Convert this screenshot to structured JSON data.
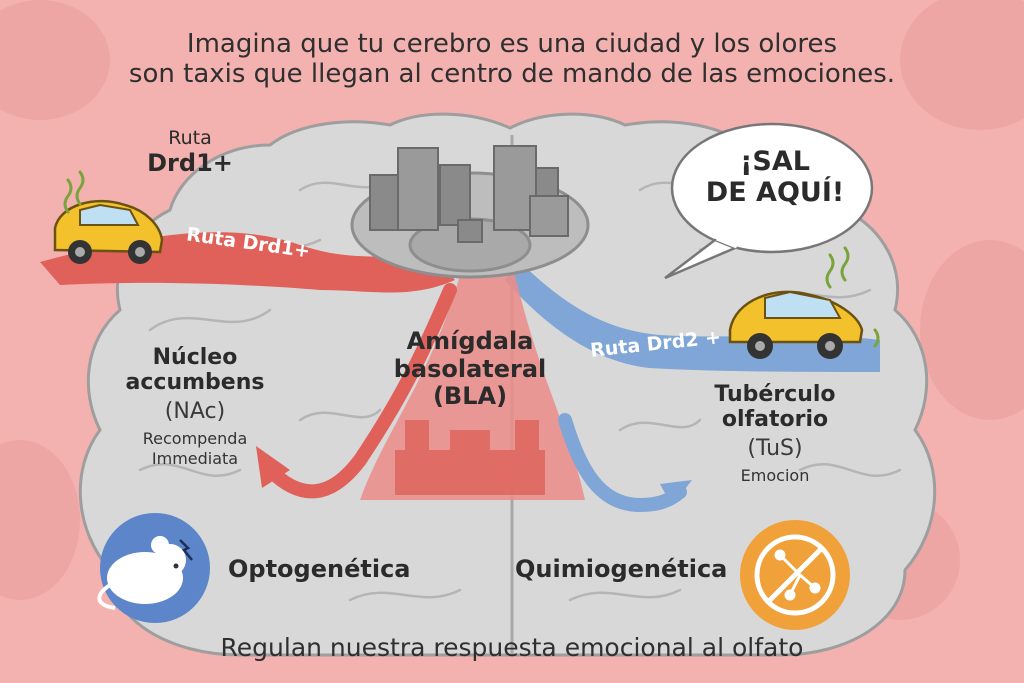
{
  "intro": {
    "line1": "Imagina que tu cerebro es una ciudad y los olores",
    "line2": "son taxis que llegan al centro de mando de las emociones."
  },
  "left_route_label": {
    "line1": "Ruta",
    "line2": "Drd1+"
  },
  "red_road_label": "Ruta Drd1+",
  "blue_road_label": "Ruta Drd2 +",
  "speech_bubble": {
    "line1": "¡SAL",
    "line2": "DE AQUÍ!"
  },
  "regions": {
    "nac": {
      "title_line1": "Núcleo",
      "title_line2": "accumbens",
      "abbr": "(NAc)",
      "sub_line1": "Recompenda",
      "sub_line2": "Immediata"
    },
    "bla": {
      "line1": "Amígdala",
      "line2": "basolateral",
      "line3": "(BLA)"
    },
    "tus": {
      "title_line1": "Tubérculo",
      "title_line2": "olfatorio",
      "abbr": "(TuS)",
      "sub_line1": "Emocion"
    }
  },
  "methods": {
    "optogenetics": "Optogenética",
    "chemogenetics": "Quimiogenética"
  },
  "footer": "Regulan nuestra respuesta emocional al olfato",
  "icons": {
    "left_taxi": "taxi-icon",
    "right_taxi": "taxi-icon",
    "city": "city-buildings-icon",
    "castle": "castle-icon",
    "mouse": "mouse-icon",
    "no_molecule": "no-molecule-icon"
  },
  "colors": {
    "background": "#f3b2b0",
    "brain": "#d9d9d9",
    "red_route": "#e0605a",
    "blue_route": "#7fa6d6",
    "taxi": "#f3c12b",
    "mouse_badge": "#5c86c9",
    "chemo_badge": "#f0a13a"
  }
}
